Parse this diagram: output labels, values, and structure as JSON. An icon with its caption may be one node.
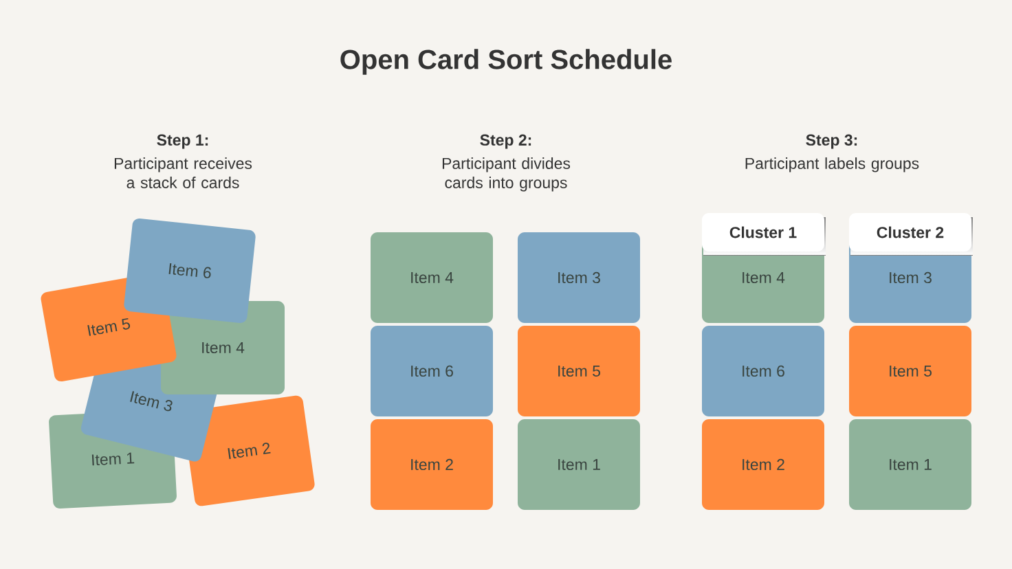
{
  "diagram": {
    "title": "Open Card Sort Schedule",
    "nodes": [
      {
        "text": [
          "Item 1"
        ]
      },
      {
        "text": [
          "Item 2"
        ]
      },
      {
        "text": [
          "Item 3"
        ]
      },
      {
        "text": [
          "Item 4"
        ]
      },
      {
        "text": [
          "Item 5"
        ]
      },
      {
        "text": [
          "Item 6"
        ]
      },
      {
        "text": [
          "Item 4"
        ]
      },
      {
        "text": [
          "Item 3"
        ]
      },
      {
        "text": [
          "Item 6"
        ]
      },
      {
        "text": [
          "Item 5"
        ]
      },
      {
        "text": [
          "Item 2"
        ]
      },
      {
        "text": [
          "Item 1"
        ]
      },
      {
        "text": [
          "Cluster 1"
        ]
      },
      {
        "text": [
          "Cluster 2"
        ]
      },
      {
        "text": [
          "Item 4"
        ]
      },
      {
        "text": [
          "Item 3"
        ]
      },
      {
        "text": [
          "Item 6"
        ]
      },
      {
        "text": [
          "Item 5"
        ]
      },
      {
        "text": [
          "Item 2"
        ]
      },
      {
        "text": [
          "Item 1"
        ]
      }
    ],
    "labels": [
      "Step 1:",
      "Participant receives a stack of cards",
      "Step 2:",
      "Participant divides cards into groups",
      "Step 3:",
      "Participant labels groups"
    ]
  }
}
